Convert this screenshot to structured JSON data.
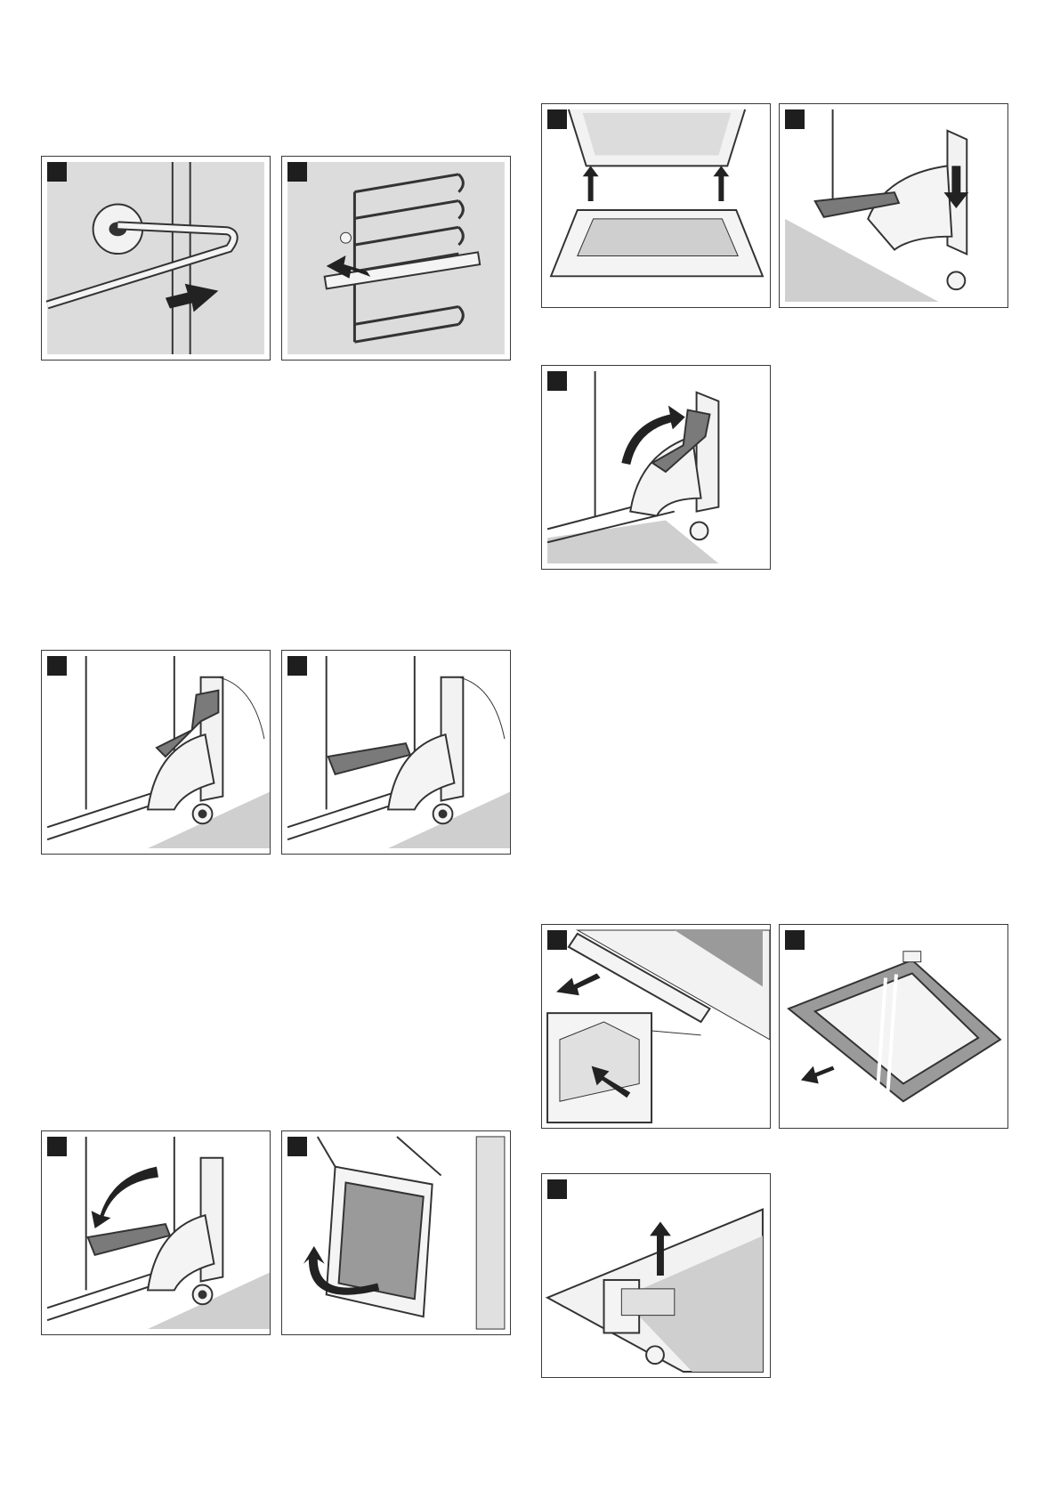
{
  "page": {
    "background": "#ffffff"
  },
  "colors": {
    "frame": "#3a3a3a",
    "badge": "#1e1e1e",
    "shade": "#cfcfcf",
    "hinge": "#7a7a7a",
    "arrow": "#1e1e1e",
    "glass": "#9a9a9a"
  },
  "figures": [
    {
      "id": "rail-unhook",
      "icon": "oven-rail-unhook-illustration"
    },
    {
      "id": "rack-remove",
      "icon": "shelf-rack-remove-illustration"
    },
    {
      "id": "hinge-locked",
      "icon": "door-hinge-closed-illustration"
    },
    {
      "id": "hinge-lever-open",
      "icon": "door-hinge-open-illustration"
    },
    {
      "id": "hinge-lever-close",
      "icon": "door-hinge-close-arrow-illustration"
    },
    {
      "id": "door-lift-off",
      "icon": "door-removal-illustration"
    },
    {
      "id": "door-fit-hooks",
      "icon": "door-refit-illustration"
    },
    {
      "id": "hinge-lever-down",
      "icon": "hinge-lever-down-illustration"
    },
    {
      "id": "hinge-lever-up",
      "icon": "hinge-lever-up-illustration"
    },
    {
      "id": "door-cover-release",
      "icon": "door-cover-release-illustration"
    },
    {
      "id": "glass-pane-remove",
      "icon": "glass-pane-remove-illustration"
    },
    {
      "id": "glass-clip-lift",
      "icon": "glass-clip-lift-illustration"
    }
  ]
}
